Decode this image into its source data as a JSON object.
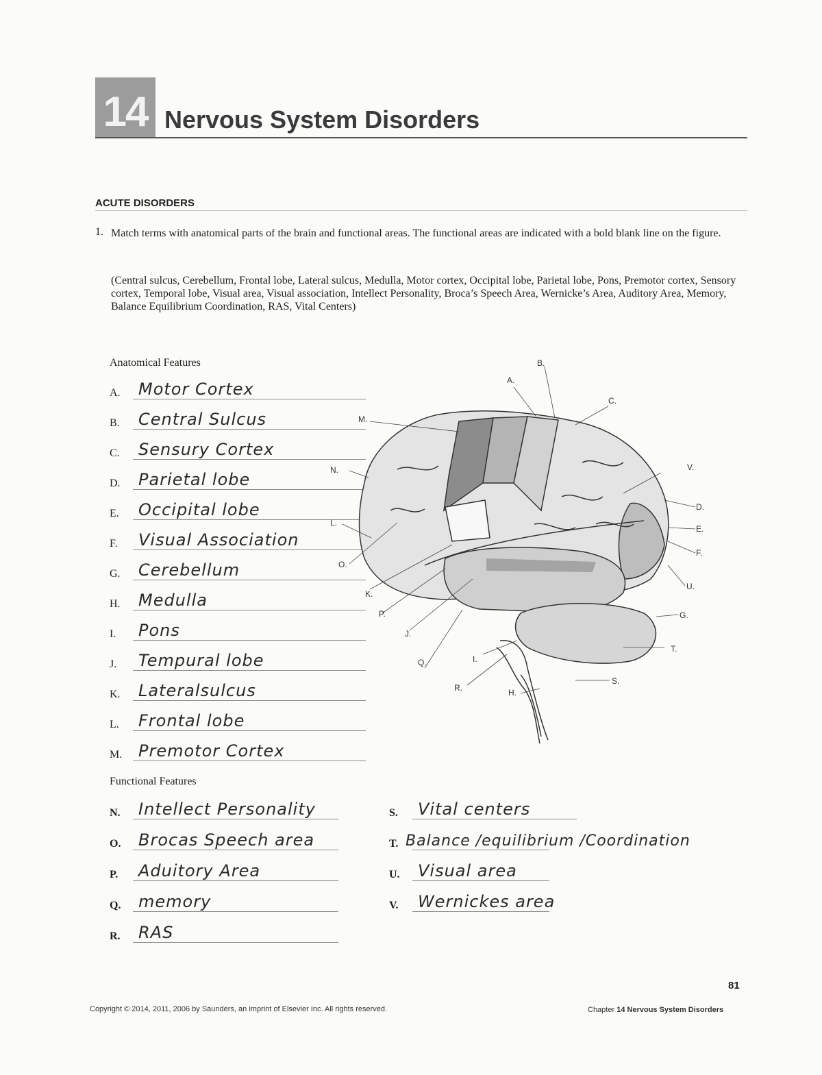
{
  "chapter": {
    "number": "14",
    "title": "Nervous System Disorders"
  },
  "section": {
    "heading": "ACUTE DISORDERS"
  },
  "question": {
    "number": "1.",
    "text": "Match terms with anatomical parts of the brain and functional areas. The functional areas are indicated with a bold blank line on the figure.",
    "terms": "(Central sulcus, Cerebellum, Frontal lobe, Lateral sulcus, Medulla, Motor cortex, Occipital lobe, Parietal lobe, Pons, Premotor cortex, Sensory cortex, Temporal lobe, Visual area, Visual association, Intellect Personality, Broca’s Speech Area, Wernicke’s Area, Auditory Area, Memory, Balance Equilibrium Coordination, RAS, Vital Centers)"
  },
  "anatomical": {
    "label": "Anatomical Features",
    "answers": [
      {
        "letter": "A.",
        "text": "Motor Cortex"
      },
      {
        "letter": "B.",
        "text": "Central Sulcus"
      },
      {
        "letter": "C.",
        "text": "Sensury Cortex"
      },
      {
        "letter": "D.",
        "text": "Parietal lobe"
      },
      {
        "letter": "E.",
        "text": "Occipital lobe"
      },
      {
        "letter": "F.",
        "text": "Visual Association"
      },
      {
        "letter": "G.",
        "text": "Cerebellum"
      },
      {
        "letter": "H.",
        "text": "Medulla"
      },
      {
        "letter": "I.",
        "text": "Pons"
      },
      {
        "letter": "J.",
        "text": "Tempural lobe"
      },
      {
        "letter": "K.",
        "text": "Lateralsulcus"
      },
      {
        "letter": "L.",
        "text": "Frontal lobe"
      },
      {
        "letter": "M.",
        "text": "Premotor Cortex"
      }
    ]
  },
  "functional": {
    "label": "Functional Features",
    "answers_left": [
      {
        "letter": "N.",
        "text": "Intellect Personality"
      },
      {
        "letter": "O.",
        "text": "Brocas Speech area"
      },
      {
        "letter": "P.",
        "text": "Aduitory Area"
      },
      {
        "letter": "Q.",
        "text": "memory"
      },
      {
        "letter": "R.",
        "text": "RAS"
      }
    ],
    "answers_right": [
      {
        "letter": "S.",
        "text": "Vital centers"
      },
      {
        "letter": "T.",
        "text": "Balance /equilibrium /Coordination"
      },
      {
        "letter": "U.",
        "text": "Visual area"
      },
      {
        "letter": "V.",
        "text": "Wernickes area"
      }
    ]
  },
  "diagram": {
    "labels": [
      "A.",
      "B.",
      "C.",
      "D.",
      "E.",
      "F.",
      "G.",
      "H.",
      "I.",
      "J.",
      "K.",
      "L.",
      "M.",
      "N.",
      "O.",
      "P.",
      "Q.",
      "R.",
      "S.",
      "T.",
      "U.",
      "V."
    ]
  },
  "footer": {
    "page_number": "81",
    "copyright": "Copyright © 2014, 2011, 2006 by Saunders, an imprint of Elsevier Inc. All rights reserved.",
    "chapter_prefix": "Chapter ",
    "chapter_number": "14",
    "chapter_title": "Nervous System Disorders"
  }
}
